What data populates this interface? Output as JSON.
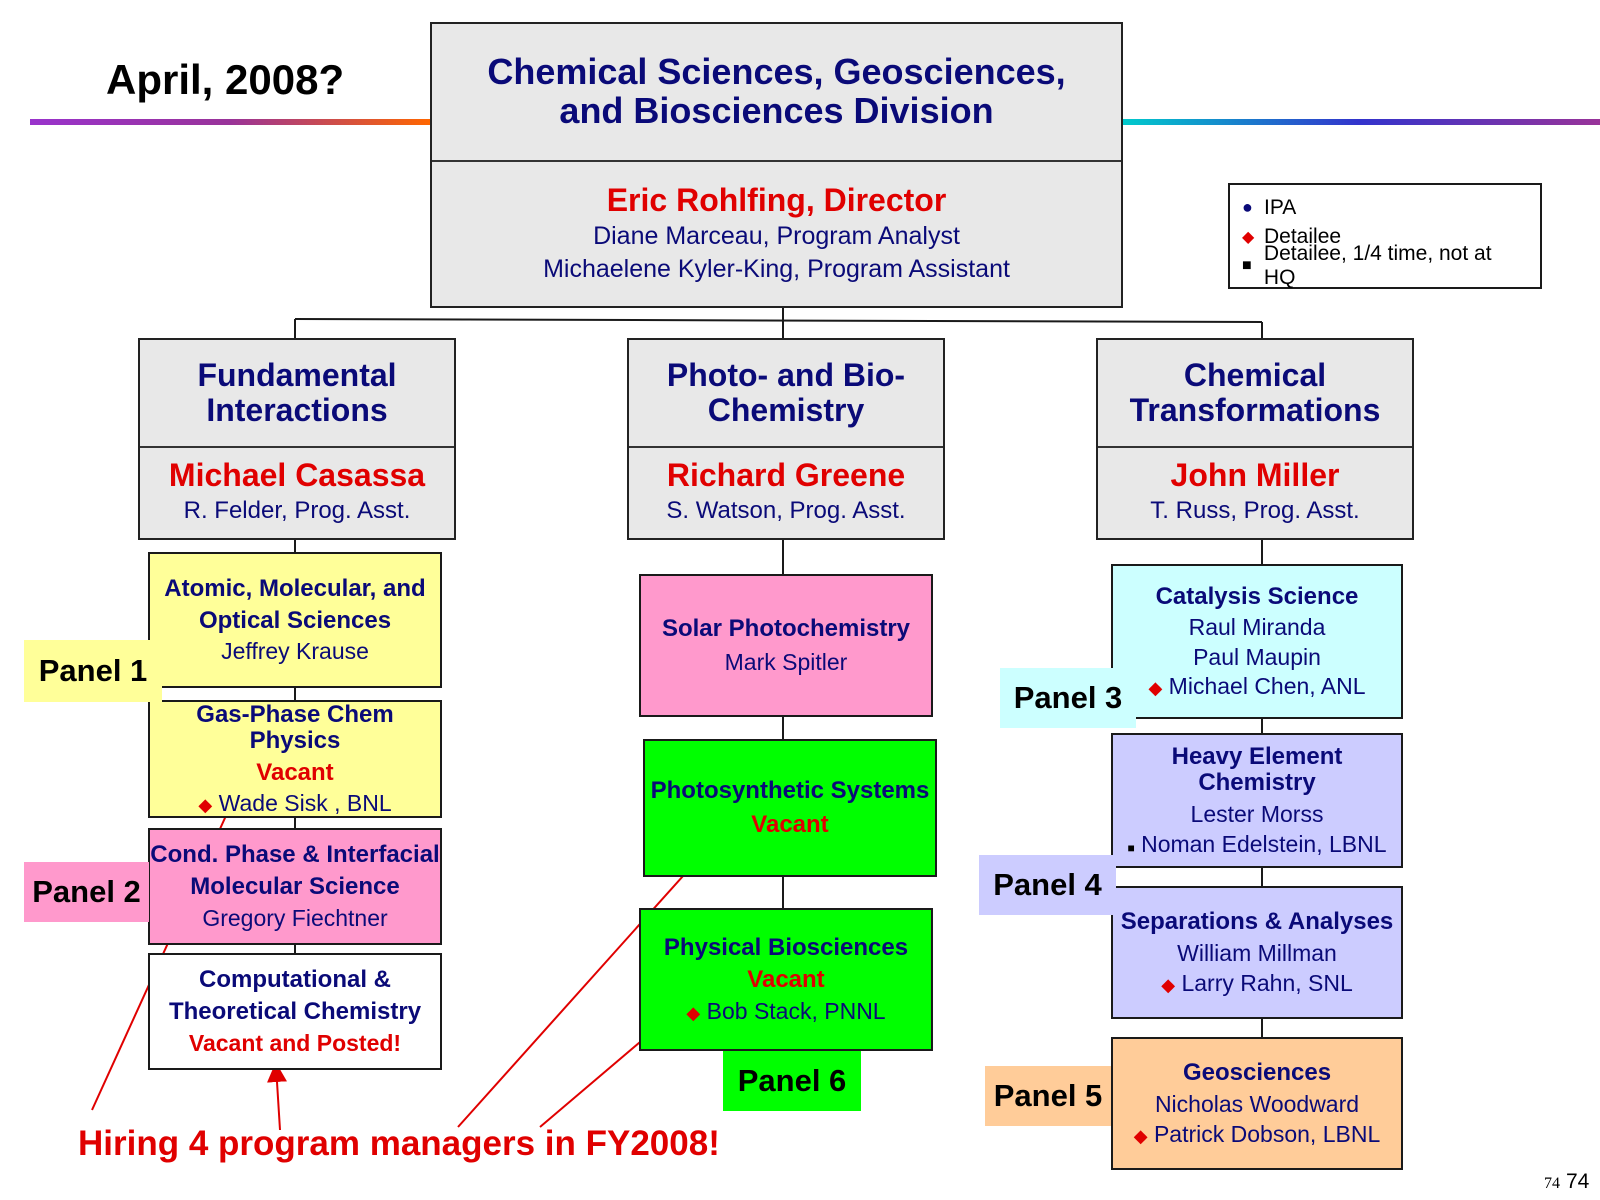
{
  "date_label": "April, 2008?",
  "page_number": "74",
  "page_number_small": "74",
  "division": {
    "title_line1": "Chemical Sciences, Geosciences,",
    "title_line2": "and Biosciences Division",
    "director": "Eric Rohlfing, Director",
    "staff1": "Diane Marceau, Program Analyst",
    "staff2": "Michaelene Kyler-King, Program Assistant"
  },
  "legend": {
    "items": [
      {
        "symbol": "●",
        "label": "IPA"
      },
      {
        "symbol": "◆",
        "label": "Detailee"
      },
      {
        "symbol": "■",
        "label": "Detailee, 1/4 time, not at HQ"
      }
    ]
  },
  "branches": [
    {
      "title_line1": "Fundamental",
      "title_line2": "Interactions",
      "lead": "Michael Casassa",
      "assistant": "R. Felder, Prog. Asst."
    },
    {
      "title_line1": "Photo- and Bio-",
      "title_line2": "Chemistry",
      "lead": "Richard Greene",
      "assistant": "S. Watson, Prog. Asst."
    },
    {
      "title_line1": "Chemical",
      "title_line2": "Transformations",
      "lead": "John Miller",
      "assistant": "T. Russ, Prog. Asst."
    }
  ],
  "programs": {
    "amos": {
      "title_line1": "Atomic, Molecular, and",
      "title_line2": "Optical Sciences",
      "person": "Jeffrey Krause"
    },
    "gas_phase": {
      "title": "Gas-Phase Chem Physics",
      "status": "Vacant",
      "detailee": "Wade Sisk , BNL"
    },
    "cond_phase": {
      "title_line1": "Cond. Phase & Interfacial",
      "title_line2": "Molecular Science",
      "person": "Gregory Fiechtner"
    },
    "computational": {
      "title_line1": "Computational &",
      "title_line2": "Theoretical Chemistry",
      "status": "Vacant and Posted!"
    },
    "solar": {
      "title": "Solar Photochemistry",
      "person": "Mark Spitler"
    },
    "photosynthetic": {
      "title": "Photosynthetic Systems",
      "status": "Vacant"
    },
    "physical_bio": {
      "title": "Physical Biosciences",
      "status": "Vacant",
      "detailee": "Bob Stack, PNNL"
    },
    "catalysis": {
      "title": "Catalysis Science",
      "person1": "Raul Miranda",
      "person2": "Paul Maupin",
      "detailee": "Michael Chen, ANL"
    },
    "heavy_element": {
      "title": "Heavy Element Chemistry",
      "person": "Lester Morss",
      "detailee": "Noman Edelstein, LBNL"
    },
    "separations": {
      "title": "Separations & Analyses",
      "person": "William Millman",
      "detailee": "Larry Rahn, SNL"
    },
    "geosciences": {
      "title": "Geosciences",
      "person": "Nicholas Woodward",
      "detailee": "Patrick Dobson, LBNL"
    }
  },
  "panels": {
    "p1": "Panel 1",
    "p2": "Panel 2",
    "p3": "Panel 3",
    "p4": "Panel 4",
    "p5": "Panel 5",
    "p6": "Panel 6"
  },
  "hiring_note": "Hiring 4 program managers in FY2008!",
  "colors": {
    "title_blue": "#0a0a78",
    "lead_red": "#e00000",
    "header_gray": "#e8e8e8",
    "panel1_yellow": "#ffff99",
    "panel2_pink": "#ff99cc",
    "panel3_cyan": "#ccffff",
    "panel4_lavender": "#ccccff",
    "panel5_peach": "#ffcc99",
    "panel6_green": "#00ff00"
  },
  "icons": {
    "ipa": "bullet-icon",
    "detailee": "red-diamond-icon",
    "part_time": "black-square-icon"
  }
}
